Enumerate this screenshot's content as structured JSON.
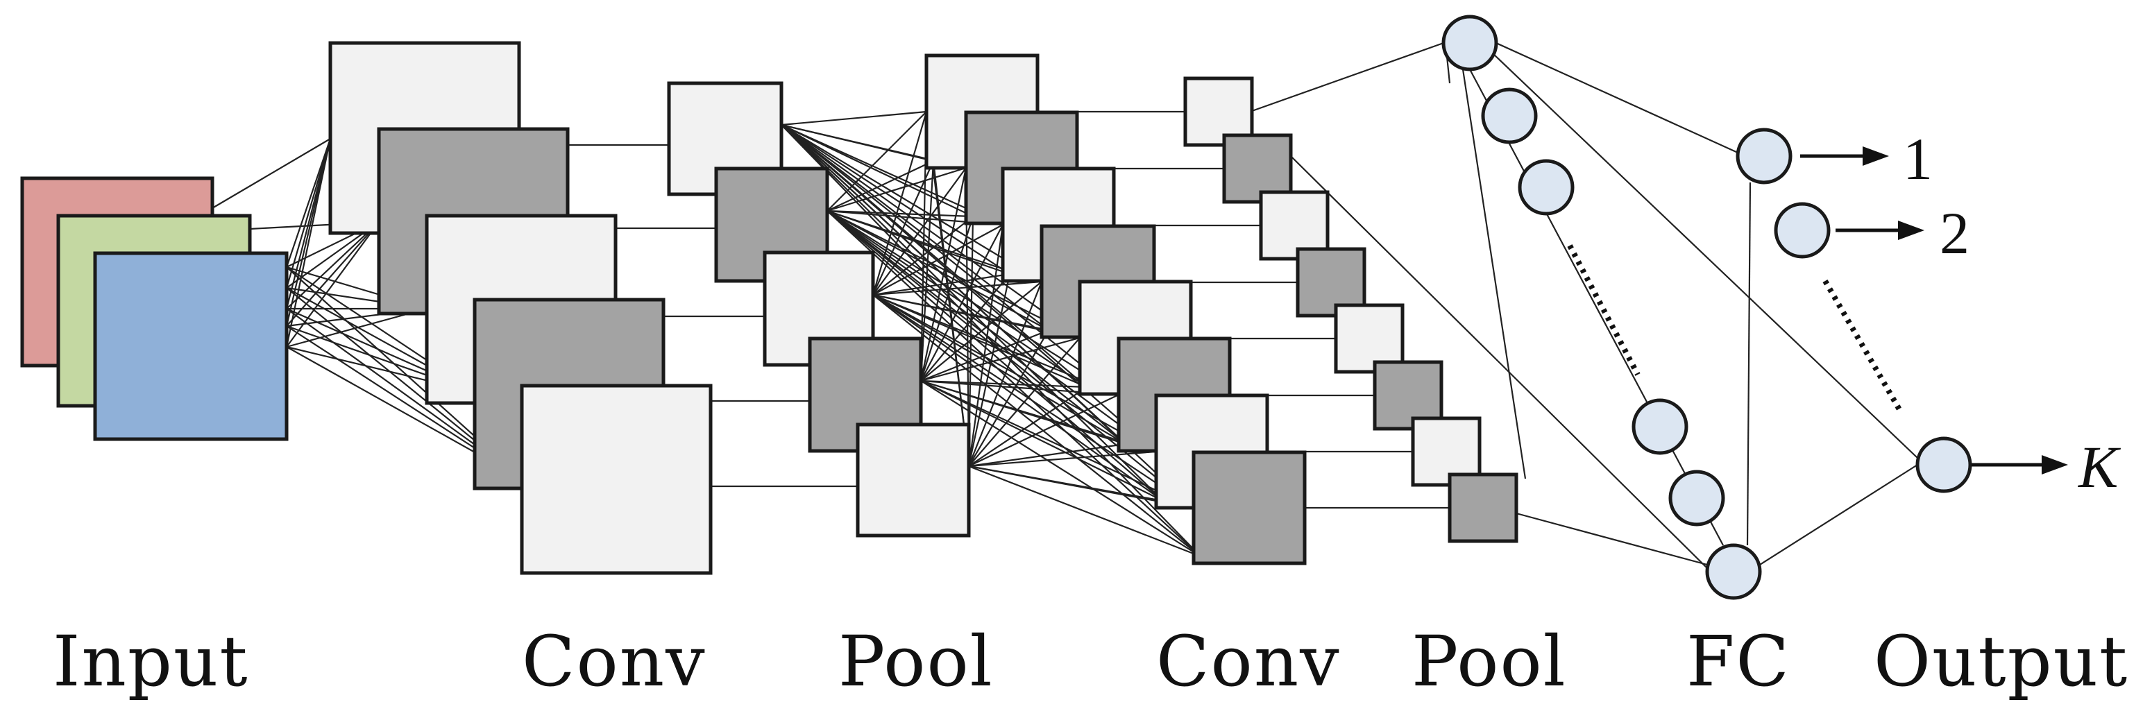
{
  "stages": [
    {
      "id": "input",
      "label": "Input"
    },
    {
      "id": "conv1",
      "label": "Conv"
    },
    {
      "id": "pool1",
      "label": "Pool"
    },
    {
      "id": "conv2",
      "label": "Conv"
    },
    {
      "id": "pool2",
      "label": "Pool"
    },
    {
      "id": "fc",
      "label": "FC"
    },
    {
      "id": "output",
      "label": "Output"
    }
  ],
  "outputs": [
    {
      "label": "1",
      "italic": false
    },
    {
      "label": "2",
      "italic": false
    },
    {
      "label": "K",
      "italic": true
    }
  ],
  "colors": {
    "input_channels": [
      "#dc9b98",
      "#c4d8a2",
      "#8fb0d8"
    ],
    "map_light": "#f2f2f2",
    "map_dark": "#a3a3a3",
    "node_fill": "#dce6f2",
    "stroke": "#1a1a1a",
    "background": "#ffffff"
  }
}
